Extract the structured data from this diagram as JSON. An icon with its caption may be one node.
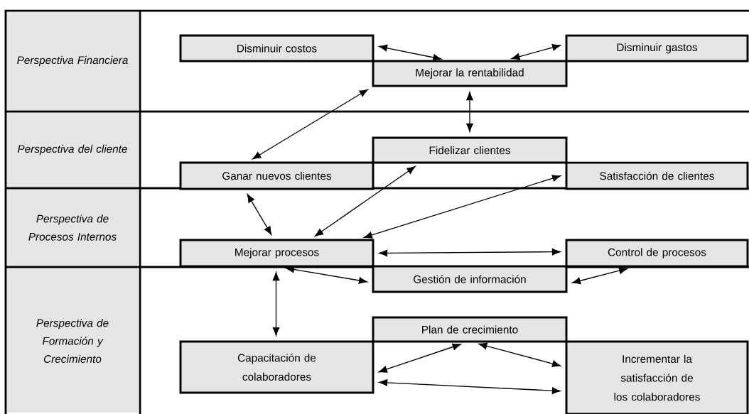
{
  "diagram": {
    "nodes": [
      {
        "text": [
          "Disminuir costos"
        ]
      },
      {
        "text": [
          "Mejorar la rentabilidad"
        ]
      },
      {
        "text": [
          "Disminuir  gastos"
        ]
      },
      {
        "text": [
          "Fidelizar clientes"
        ]
      },
      {
        "text": [
          "Ganar nuevos clientes"
        ]
      },
      {
        "text": [
          "Satisfacción de clientes"
        ]
      },
      {
        "text": [
          "Mejorar procesos"
        ]
      },
      {
        "text": [
          "Control de procesos"
        ]
      },
      {
        "text": [
          "Gestión de información"
        ]
      },
      {
        "text": [
          "Plan de crecimiento"
        ]
      },
      {
        "text": [
          "Capacitación de colaboradores"
        ]
      },
      {
        "text": [
          "Incrementar la satisfacción de los colaboradores"
        ]
      }
    ],
    "edges": [
      {
        "from": 0,
        "to": 1,
        "arrow": "both"
      },
      {
        "from": 1,
        "to": 2,
        "arrow": "both"
      },
      {
        "from": 4,
        "to": 1,
        "arrow": "both"
      },
      {
        "from": 1,
        "to": 3,
        "arrow": "both"
      },
      {
        "from": 6,
        "to": 4,
        "arrow": "both"
      },
      {
        "from": 6,
        "to": 3,
        "arrow": "both"
      },
      {
        "from": 6,
        "to": 5,
        "arrow": "both"
      },
      {
        "from": 6,
        "to": 7,
        "arrow": "both"
      },
      {
        "from": 6,
        "to": 8,
        "arrow": "both"
      },
      {
        "from": 8,
        "to": 7,
        "arrow": "both"
      },
      {
        "from": 6,
        "to": 10,
        "arrow": "both"
      },
      {
        "from": 10,
        "to": 9,
        "arrow": "both"
      },
      {
        "from": 9,
        "to": 11,
        "arrow": "both"
      },
      {
        "from": 10,
        "to": 11,
        "arrow": "both"
      }
    ],
    "labels": [
      "Perspectiva Financiera",
      "Perspectiva del cliente",
      "Perspectiva de Procesos Internos",
      "Perspectiva de Formación y Crecimiento"
    ]
  }
}
